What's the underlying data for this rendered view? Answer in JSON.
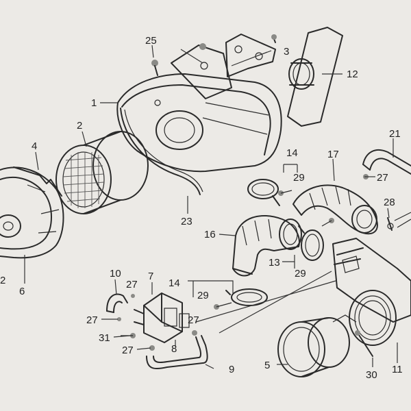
{
  "colors": {
    "background": "#eceae6",
    "ink": "#2a2a2a",
    "shading": "#8a8a86"
  },
  "callouts": {
    "c25": "25",
    "c3": "3",
    "c12": "12",
    "c1": "1",
    "c2": "2",
    "c4": "4",
    "c21": "21",
    "c14a": "14",
    "c17": "17",
    "c29a": "29",
    "c27a": "27",
    "c28": "28",
    "c23": "23",
    "c16": "16",
    "c13": "13",
    "c29b": "29",
    "c10": "10",
    "c27b": "27",
    "c7": "7",
    "c14b": "14",
    "c29c": "29",
    "c6": "6",
    "c2b": "2",
    "c27c": "27",
    "c27d": "27",
    "c31": "31",
    "c8": "8",
    "c27e": "27",
    "c9": "9",
    "c5": "5",
    "c30": "30",
    "c11": "11"
  }
}
